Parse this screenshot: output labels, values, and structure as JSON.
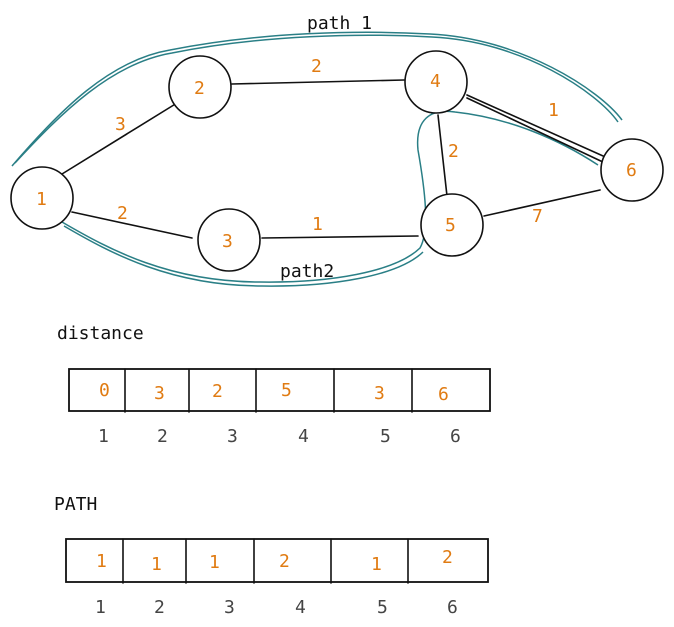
{
  "graph": {
    "path1_label": "path 1",
    "path2_label": "path2",
    "nodes": [
      {
        "id": "1"
      },
      {
        "id": "2"
      },
      {
        "id": "3"
      },
      {
        "id": "4"
      },
      {
        "id": "5"
      },
      {
        "id": "6"
      }
    ],
    "edges": [
      {
        "from": "1",
        "to": "2",
        "weight": "3"
      },
      {
        "from": "2",
        "to": "4",
        "weight": "2"
      },
      {
        "from": "1",
        "to": "3",
        "weight": "2"
      },
      {
        "from": "3",
        "to": "5",
        "weight": "1"
      },
      {
        "from": "4",
        "to": "5",
        "weight": "2"
      },
      {
        "from": "4",
        "to": "6",
        "weight": "1"
      },
      {
        "from": "5",
        "to": "6",
        "weight": "7"
      }
    ]
  },
  "distance": {
    "title": "distance",
    "values": [
      "0",
      "3",
      "2",
      "5",
      "3",
      "6"
    ],
    "indices": [
      "1",
      "2",
      "3",
      "4",
      "5",
      "6"
    ]
  },
  "path_table": {
    "title": "PATH",
    "values": [
      "1",
      "1",
      "1",
      "2",
      "1",
      "2"
    ],
    "indices": [
      "1",
      "2",
      "3",
      "4",
      "5",
      "6"
    ]
  },
  "colors": {
    "accent": "#e07b12",
    "path_stroke": "#2a7f86",
    "ink": "#111111"
  }
}
